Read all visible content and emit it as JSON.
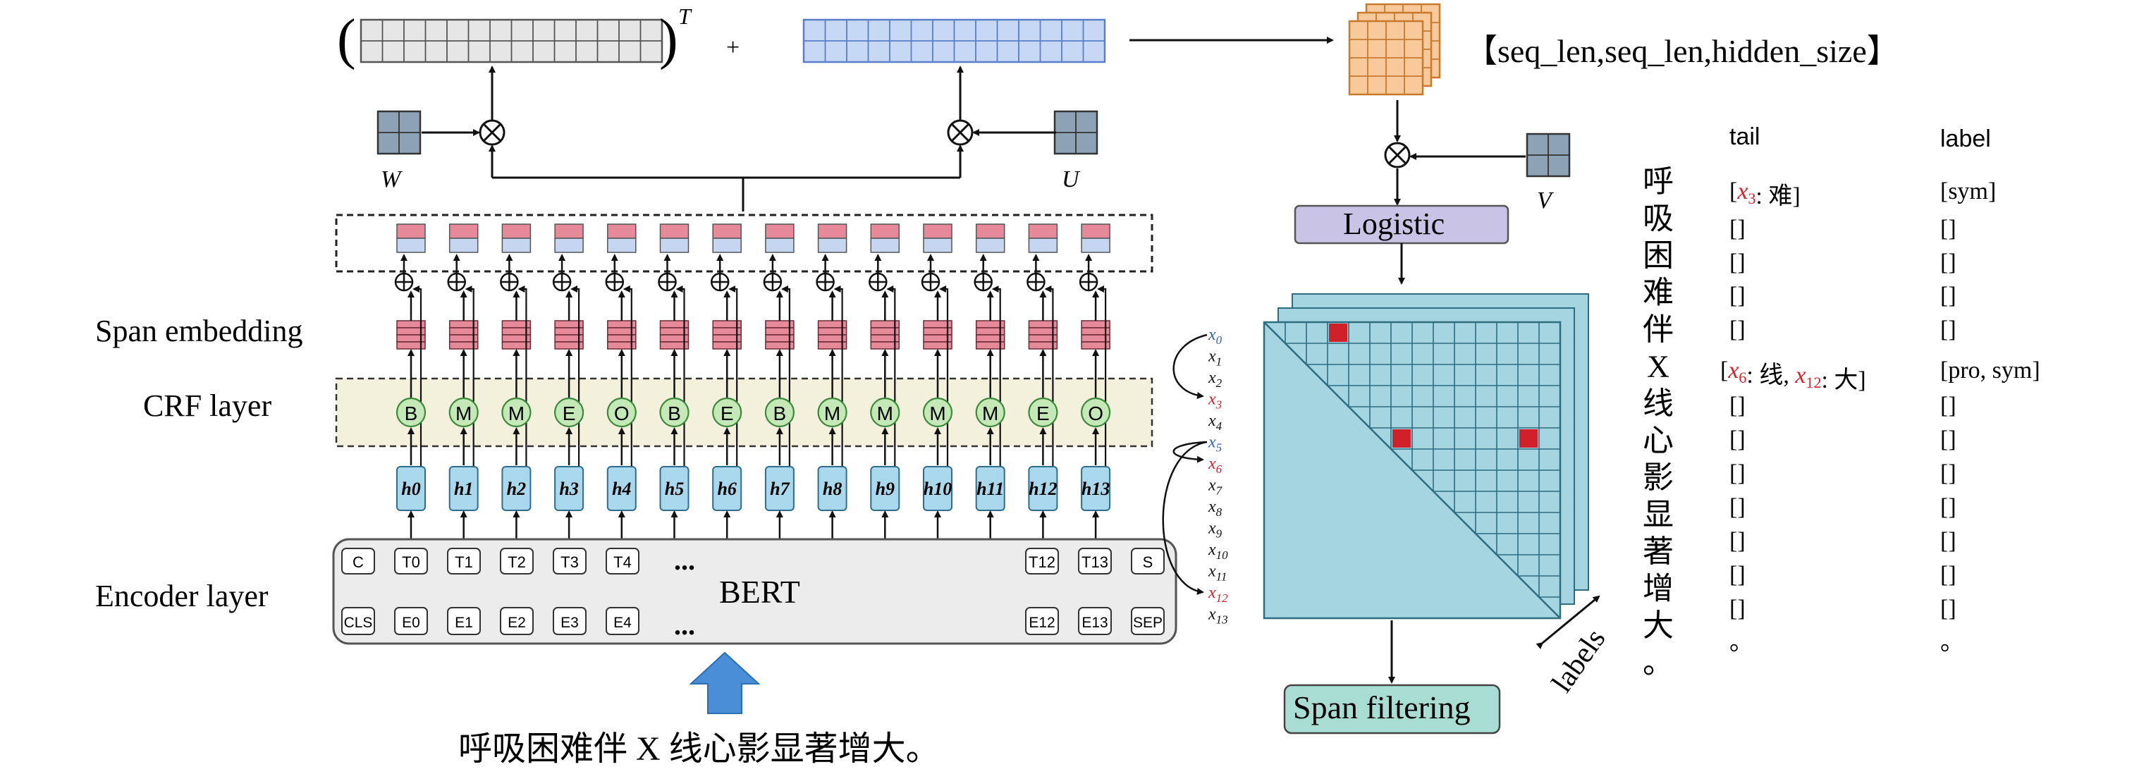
{
  "labels": {
    "span_embedding": "Span embedding",
    "crf_layer": "CRF layer",
    "encoder_layer": "Encoder layer",
    "bert": "BERT",
    "ellipsis": "...",
    "w": "W",
    "u": "U",
    "v": "V",
    "transpose_t": "T",
    "plus": "+",
    "paren_left": "(",
    "paren_right": ")",
    "shape": "【seq_len,seq_len,hidden_size】",
    "logistic": "Logistic",
    "span_filtering": "Span filtering",
    "labels_axis": "labels",
    "input_sentence": "呼吸困难伴 X 线心影显著增大。",
    "otimes": "⊗",
    "oplus": "⊕"
  },
  "tokens": {
    "top_row": [
      "C",
      "T0",
      "T1",
      "T2",
      "T3",
      "T4",
      "T12",
      "T13",
      "S"
    ],
    "bottom_row": [
      "CLS",
      "E0",
      "E1",
      "E2",
      "E3",
      "E4",
      "E12",
      "E13",
      "SEP"
    ],
    "hidden": [
      "h0",
      "h1",
      "h2",
      "h3",
      "h4",
      "h5",
      "h6",
      "h7",
      "h8",
      "h9",
      "h10",
      "h11",
      "h12",
      "h13"
    ],
    "crf_tags": [
      "B",
      "M",
      "M",
      "E",
      "O",
      "B",
      "E",
      "B",
      "M",
      "M",
      "M",
      "M",
      "E",
      "O"
    ]
  },
  "x_labels": [
    "x0",
    "x1",
    "x2",
    "x3",
    "x4",
    "x5",
    "x6",
    "x7",
    "x8",
    "x9",
    "x10",
    "x11",
    "x12",
    "x13"
  ],
  "vertical_sentence": [
    "呼",
    "吸",
    "困",
    "难",
    "伴",
    "X",
    "线",
    "心",
    "影",
    "显",
    "著",
    "增",
    "大",
    "。"
  ],
  "table": {
    "tail_header": "tail",
    "label_header": "label",
    "tail_rows": [
      "[x3: 难]",
      "[]",
      "[]",
      "[]",
      "[]",
      "[x6: 线, x12: 大]",
      "[]",
      "[]",
      "[]",
      "[]",
      "[]",
      "[]",
      "[]",
      "。"
    ],
    "label_rows": [
      "[sym]",
      "[]",
      "[]",
      "[]",
      "[]",
      "[pro, sym]",
      "[]",
      "[]",
      "[]",
      "[]",
      "[]",
      "[]",
      "[]",
      "。"
    ]
  },
  "colors": {
    "bert_fill": "#ececec",
    "crf_band": "#f3f0dc",
    "hidden_fill": "#a9d8ec",
    "crf_circle": "#c5e8b7",
    "span_pink": "#e68a99",
    "span_blue": "#c6d6f0",
    "grid_gray": "#e6e6e6",
    "grid_blue": "#c6d8f3",
    "orange": "#f7c99b",
    "logistic": "#c9c3e6",
    "span_filter": "#a8ddd4",
    "matrix": "#a6d5e2",
    "red_cell": "#d0202a",
    "red_text": "#d81e2a",
    "blue_text": "#3060c0",
    "arrow_blue": "#4a8fd6"
  }
}
